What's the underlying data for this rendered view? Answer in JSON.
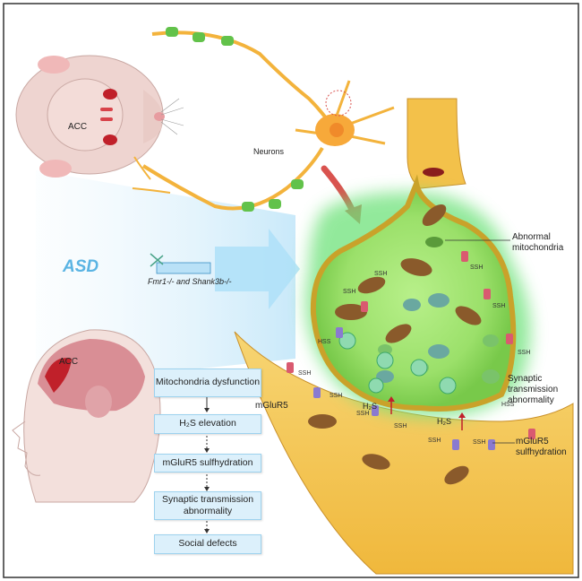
{
  "labels": {
    "acc_mouse": "ACC",
    "neurons": "Neurons",
    "asd": "ASD",
    "models": "Fmr1-/- and Shank3b-/-",
    "acc_human": "ACC",
    "abnormal_mito": "Abnormal mitochondria",
    "synaptic_abn": "Synaptic transmission abnormality",
    "mglur5": "mGluR5",
    "mglur5_sulf": "mGluR5 sulfhydration",
    "h2s_1": "H₂S",
    "h2s_2": "H₂S",
    "ssh": "SSH",
    "hss": "HSS"
  },
  "flow": [
    "Mitochondria dysfunction",
    "H₂S elevation",
    "mGluR5 sulfhydration",
    "Synaptic transmission abnormality",
    "Social defects"
  ],
  "colors": {
    "border": "#333333",
    "asd": "#5ab4e3",
    "arrow_red": "#d9534f",
    "synapse_yellow": "#f3c14a",
    "mito": "#8a5a2b",
    "glow_green": "#3fd25a"
  }
}
